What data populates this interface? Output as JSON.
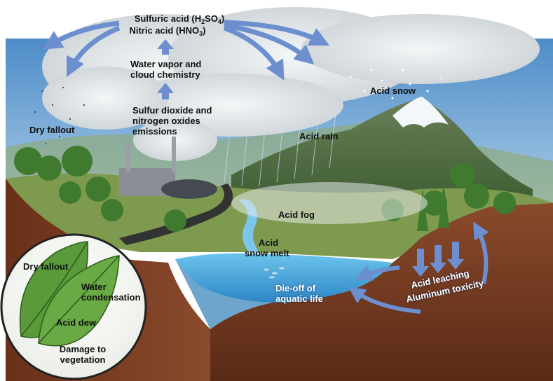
{
  "labels": {
    "sulfuric_acid_prefix": "Sulfuric acid (H",
    "sulfuric_acid_sub1": "2",
    "sulfuric_acid_mid": "SO",
    "sulfuric_acid_sub2": "4",
    "sulfuric_acid_suffix": ")",
    "nitric_acid_prefix": "Nitric acid (HNO",
    "nitric_acid_sub": "3",
    "nitric_acid_suffix": ")",
    "water_vapor_line1": "Water vapor and",
    "water_vapor_line2": "cloud chemistry",
    "emissions_line1": "Sulfur dioxide and",
    "emissions_line2": "nitrogen oxides",
    "emissions_line3": "emissions",
    "dry_fallout": "Dry fallout",
    "acid_snow": "Acid snow",
    "acid_rain": "Acid rain",
    "acid_fog": "Acid fog",
    "acid_snow_melt_line1": "Acid",
    "acid_snow_melt_line2": "snow melt",
    "die_off_line1": "Die-off of",
    "die_off_line2": "aquatic life",
    "acid_leaching": "Acid leaching",
    "aluminum_toxicity": "Aluminum toxicity"
  },
  "inset": {
    "dry_fallout": "Dry fallout",
    "water_line1": "Water",
    "water_line2": "condensation",
    "acid_dew": "Acid dew",
    "damage_line1": "Damage to",
    "damage_line2": "vegetation"
  },
  "colors": {
    "sky": "#6fa6d8",
    "cloud": "#e8ecef",
    "mountain": "#4f6b3a",
    "snow": "#f4f7fa",
    "soil": "#7a3b22",
    "lake": "#4fb6e6",
    "arrow": "#6d8fd0",
    "leaf": "#5a9a3a"
  }
}
